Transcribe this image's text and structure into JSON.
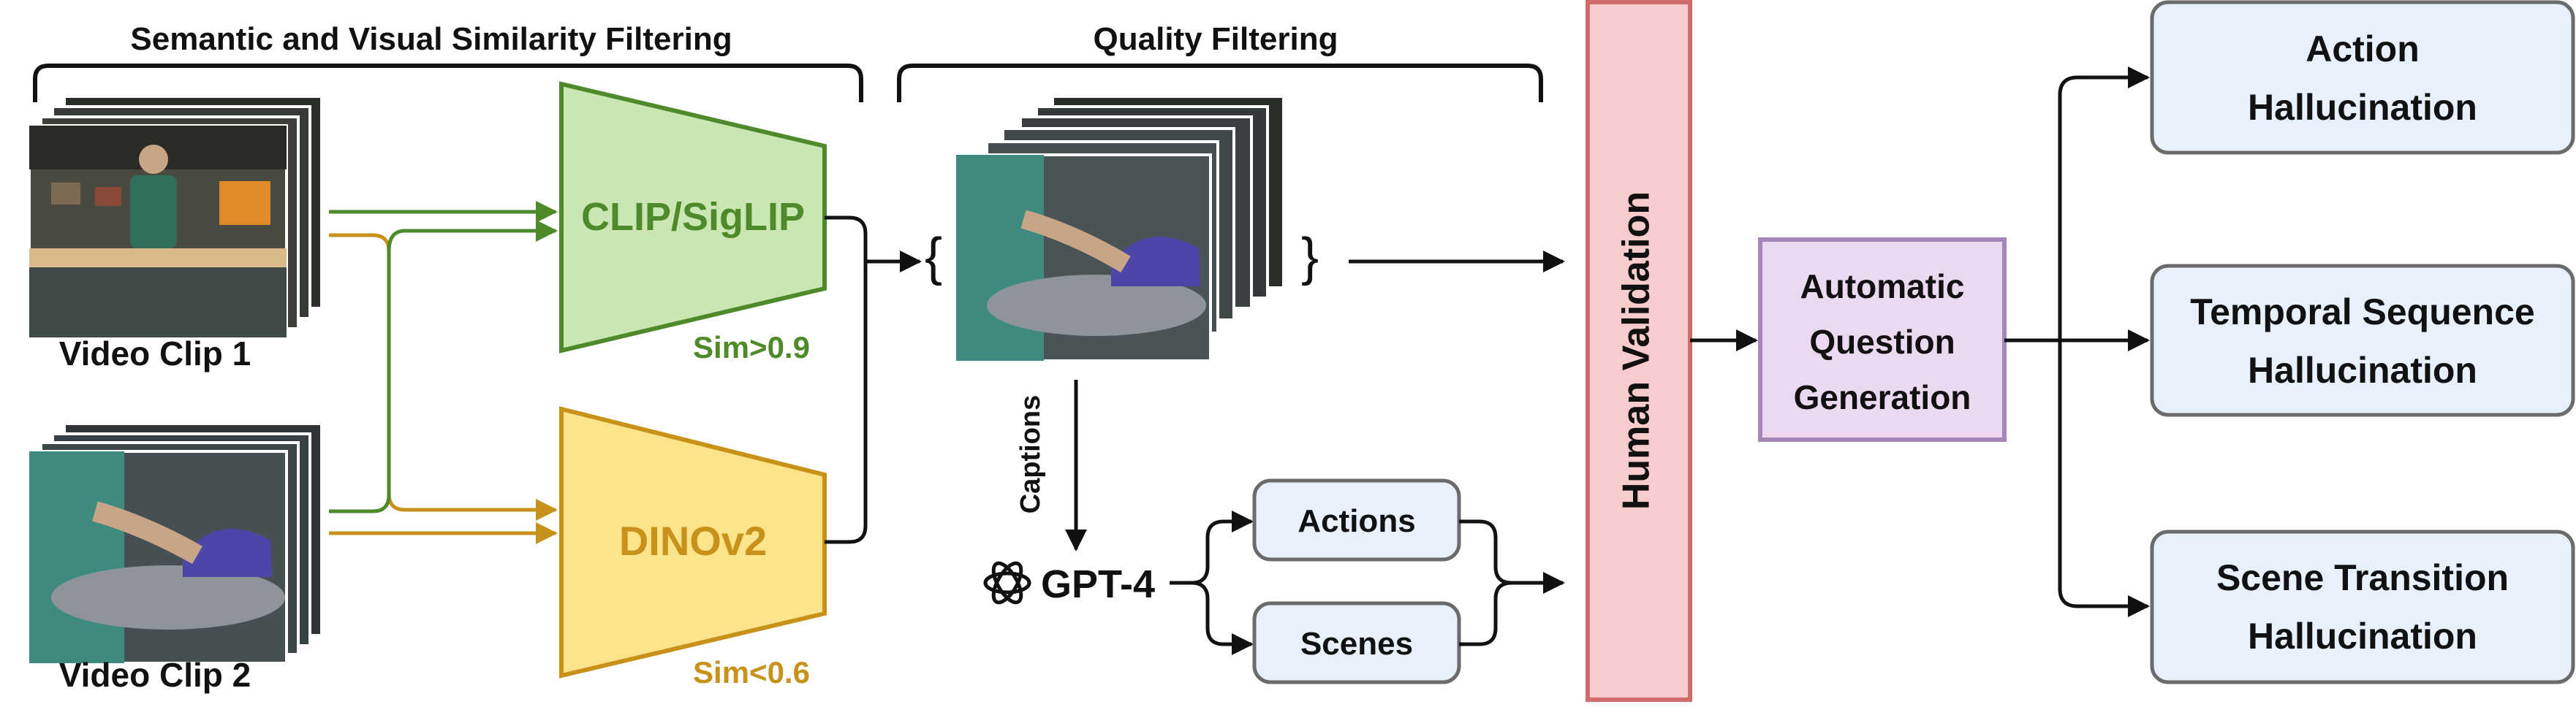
{
  "section_titles": {
    "similarity": "Semantic and Visual Similarity Filtering",
    "quality": "Quality Filtering"
  },
  "clips": {
    "clip1_label": "Video Clip 1",
    "clip2_label": "Video Clip 2"
  },
  "models": {
    "clip_label": "CLIP/SigLIP",
    "clip_threshold": "Sim>0.9",
    "dino_label": "DINOv2",
    "dino_threshold": "Sim<0.6"
  },
  "quality": {
    "captions_label": "Captions",
    "gpt_label": "GPT-4",
    "set_open": "{",
    "set_close": "}",
    "actions_label": "Actions",
    "scenes_label": "Scenes"
  },
  "validation": {
    "label": "Human Validation"
  },
  "generation": {
    "line1": "Automatic",
    "line2": "Question",
    "line3": "Generation"
  },
  "outputs": [
    {
      "line1": "Action",
      "line2": "Hallucination"
    },
    {
      "line1": "Temporal Sequence",
      "line2": "Hallucination"
    },
    {
      "line1": "Scene Transition",
      "line2": "Hallucination"
    }
  ],
  "colors": {
    "clip_fill": "#c9e6b3",
    "clip_stroke": "#4e8a2a",
    "clip_text": "#4e8a2a",
    "dino_fill": "#fde38a",
    "dino_stroke": "#c8921a",
    "dino_text": "#c8921a",
    "validation_fill": "#f8cccc",
    "validation_stroke": "#cf6b6b",
    "generation_fill": "#ead9ef",
    "generation_stroke": "#a486b8",
    "output_fill": "#e7f0fb",
    "output_stroke": "#6b6b6b"
  }
}
